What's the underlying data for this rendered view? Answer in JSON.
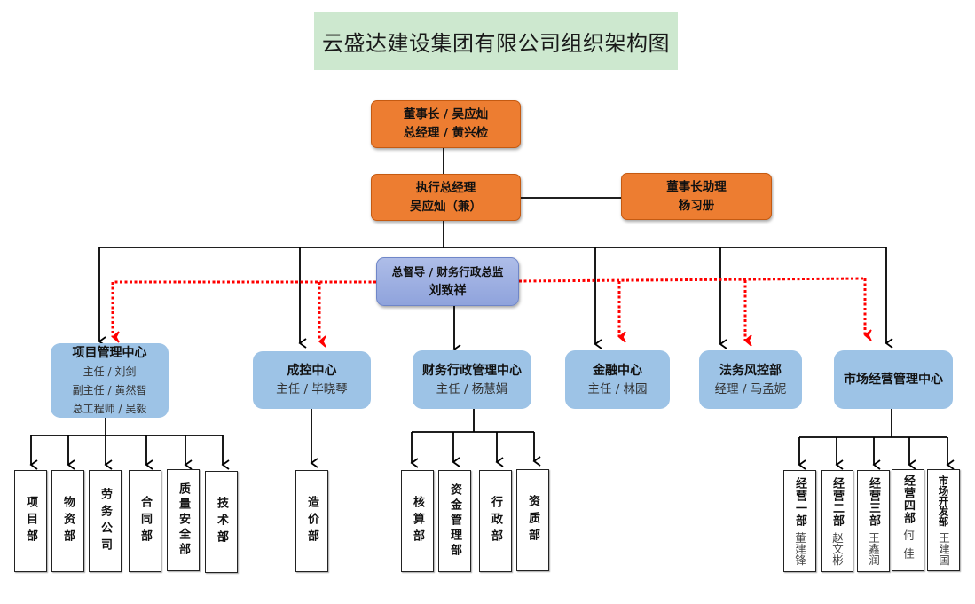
{
  "title": "云盛达建设集团有限公司组织架构图",
  "colors": {
    "title_bg": "#cde8cf",
    "executive": "#ed7d31",
    "supervisor": "#9aaee0",
    "center": "#9dc3e6",
    "dotted_line": "#ff0000",
    "solid_line": "#000000"
  },
  "top": {
    "chairman_line": "董事长 / 吴应灿",
    "gm_line": "总经理 / 黄兴检"
  },
  "executive": {
    "title": "执行总经理",
    "name": "吴应灿（兼）"
  },
  "assistant": {
    "title": "董事长助理",
    "name": "杨习册"
  },
  "supervisor": {
    "title": "总督导 / 财务行政总监",
    "name": "刘致祥"
  },
  "centers": [
    {
      "name": "项目管理中心",
      "staff": [
        "主任 / 刘剑",
        "副主任 / 黄然智",
        "总工程师 / 吴毅"
      ],
      "departments": [
        {
          "name": "项目部"
        },
        {
          "name": "物资部"
        },
        {
          "name": "劳务公司"
        },
        {
          "name": "合同部"
        },
        {
          "name": "质量安全部"
        },
        {
          "name": "技术部"
        }
      ]
    },
    {
      "name": "成控中心",
      "staff": [
        "主任 / 毕晓琴"
      ],
      "departments": [
        {
          "name": "造价部"
        }
      ]
    },
    {
      "name": "财务行政管理中心",
      "staff": [
        "主任 / 杨慧娟"
      ],
      "departments": [
        {
          "name": "核算部"
        },
        {
          "name": "资金管理部"
        },
        {
          "name": "行政部"
        },
        {
          "name": "资质部"
        }
      ]
    },
    {
      "name": "金融中心",
      "staff": [
        "主任 / 林园"
      ],
      "departments": []
    },
    {
      "name": "法务风控部",
      "staff": [
        "经理 / 马孟妮"
      ],
      "departments": []
    },
    {
      "name": "市场经营管理中心",
      "staff": [],
      "departments": [
        {
          "name": "经营一部",
          "head": "董建锋"
        },
        {
          "name": "经营二部",
          "head": "赵文彬"
        },
        {
          "name": "经营三部",
          "head": "王鑫润"
        },
        {
          "name": "经营四部",
          "head": "何佳"
        },
        {
          "name": "市场开发部",
          "head": "王建国"
        }
      ]
    }
  ]
}
